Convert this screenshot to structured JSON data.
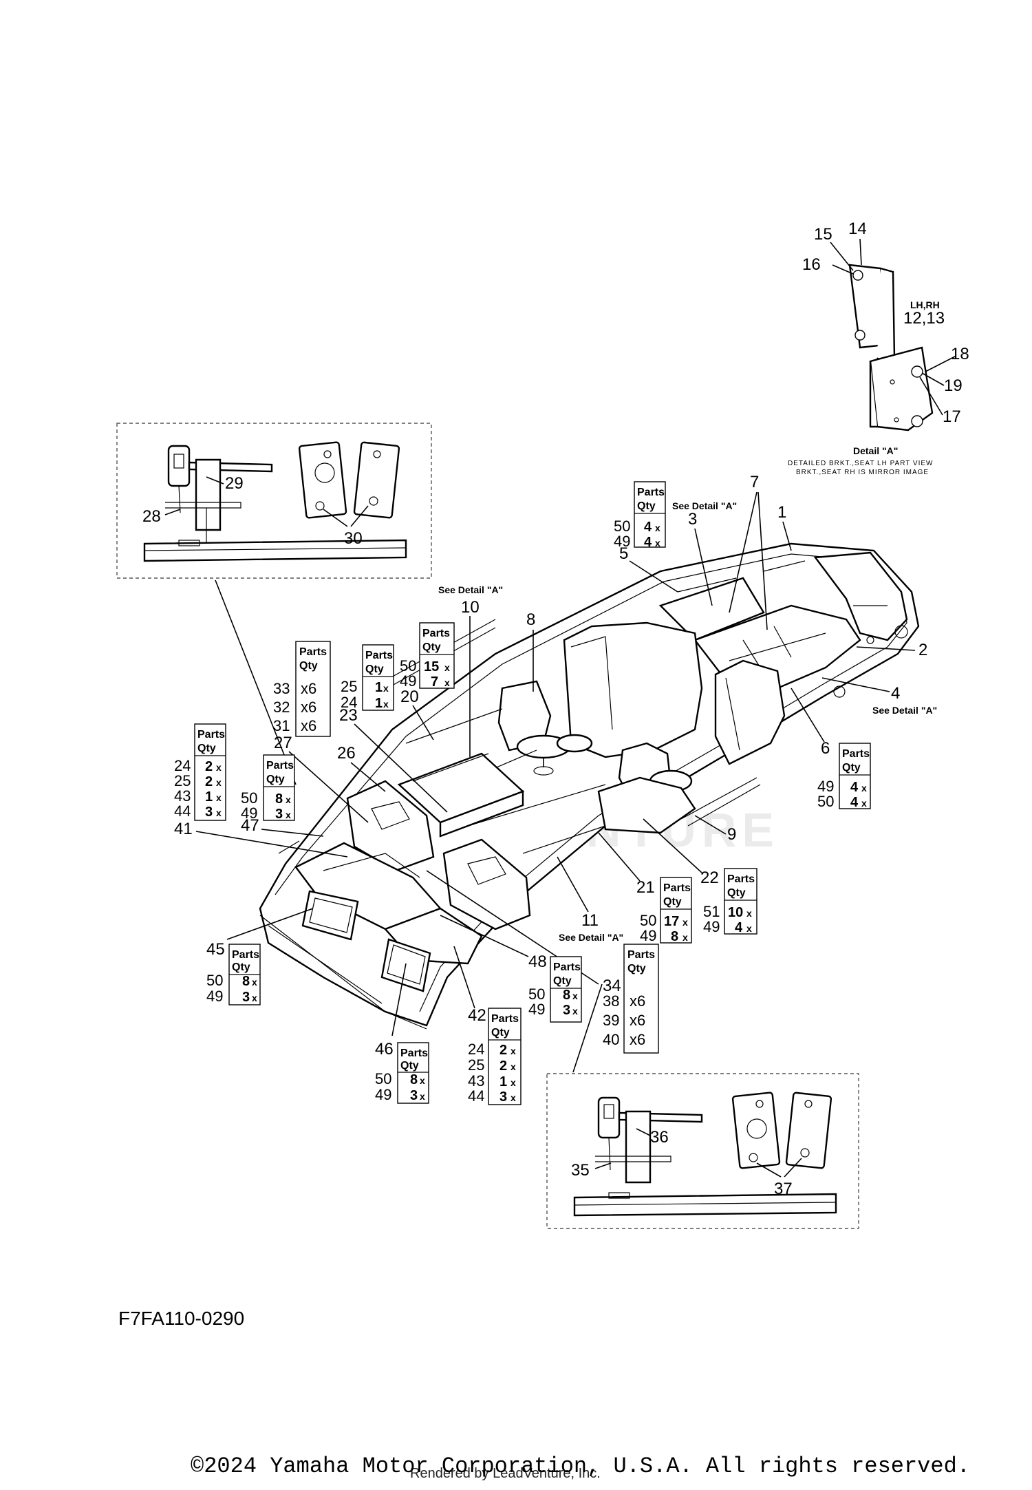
{
  "diagram_code": "F7FA110-0290",
  "copyright": "©2024 Yamaha Motor Corporation, U.S.A. All rights reserved.",
  "rendered_by": "Rendered by LeadVenture, Inc.",
  "watermark": "LEADVENTURE",
  "detail_a": {
    "title": "Detail \"A\"",
    "note_line1": "DETAILED BRKT.,SEAT LH PART VIEW",
    "note_line2": "BRKT.,SEAT RH IS MIRROR IMAGE",
    "side_label": "LH,RH",
    "side_numbers": "12,13"
  },
  "see_detail": "See Detail \"A\"",
  "qty_head_1": "Parts",
  "qty_head_2": "Qty",
  "callouts": {
    "c1": "1",
    "c2": "2",
    "c3": "3",
    "c4": "4",
    "c5": "5",
    "c6": "6",
    "c7": "7",
    "c8": "8",
    "c9": "9",
    "c10": "10",
    "c11": "11",
    "c14": "14",
    "c15": "15",
    "c16": "16",
    "c17": "17",
    "c18": "18",
    "c19": "19",
    "c20": "20",
    "c21": "21",
    "c22": "22",
    "c23": "23",
    "c26": "26",
    "c27": "27",
    "c28": "28",
    "c29": "29",
    "c30": "30",
    "c34": "34",
    "c35": "35",
    "c36": "36",
    "c37": "37",
    "c41": "41",
    "c42": "42",
    "c45": "45",
    "c46": "46",
    "c47": "47",
    "c48": "48"
  },
  "qty_boxes": {
    "b_top": {
      "rows": [
        [
          "50",
          "4",
          "x"
        ],
        [
          "49",
          "4",
          "x"
        ]
      ]
    },
    "b6": {
      "rows": [
        [
          "49",
          "4",
          "x"
        ],
        [
          "50",
          "4",
          "x"
        ]
      ]
    },
    "b15": {
      "rows": [
        [
          "50",
          "15",
          "x"
        ],
        [
          "49",
          "7",
          "x"
        ]
      ]
    },
    "b25": {
      "rows": [
        [
          "25",
          "1",
          "x"
        ],
        [
          "24",
          "1",
          "x"
        ]
      ]
    },
    "b33": {
      "rows": [
        [
          "33",
          "x6"
        ],
        [
          "32",
          "x6"
        ],
        [
          "31",
          "x6"
        ]
      ]
    },
    "b24l": {
      "rows": [
        [
          "24",
          "2",
          "x"
        ],
        [
          "25",
          "2",
          "x"
        ],
        [
          "43",
          "1",
          "x"
        ],
        [
          "44",
          "3",
          "x"
        ]
      ]
    },
    "b50l": {
      "rows": [
        [
          "50",
          "8",
          "x"
        ],
        [
          "49",
          "3",
          "x"
        ]
      ]
    },
    "b21": {
      "rows": [
        [
          "50",
          "17",
          "x"
        ],
        [
          "49",
          "8",
          "x"
        ]
      ]
    },
    "b22": {
      "rows": [
        [
          "51",
          "10",
          "x"
        ],
        [
          "49",
          "4",
          "x"
        ]
      ]
    },
    "b34": {
      "rows": [
        [
          "38",
          "x6"
        ],
        [
          "39",
          "x6"
        ],
        [
          "40",
          "x6"
        ]
      ]
    },
    "b48": {
      "rows": [
        [
          "50",
          "8",
          "x"
        ],
        [
          "49",
          "3",
          "x"
        ]
      ]
    },
    "b42": {
      "rows": [
        [
          "24",
          "2",
          "x"
        ],
        [
          "25",
          "2",
          "x"
        ],
        [
          "43",
          "1",
          "x"
        ],
        [
          "44",
          "3",
          "x"
        ]
      ]
    },
    "b45": {
      "rows": [
        [
          "50",
          "8",
          "x"
        ],
        [
          "49",
          "3",
          "x"
        ]
      ]
    },
    "b46": {
      "rows": [
        [
          "50",
          "8",
          "x"
        ],
        [
          "49",
          "3",
          "x"
        ]
      ]
    }
  }
}
